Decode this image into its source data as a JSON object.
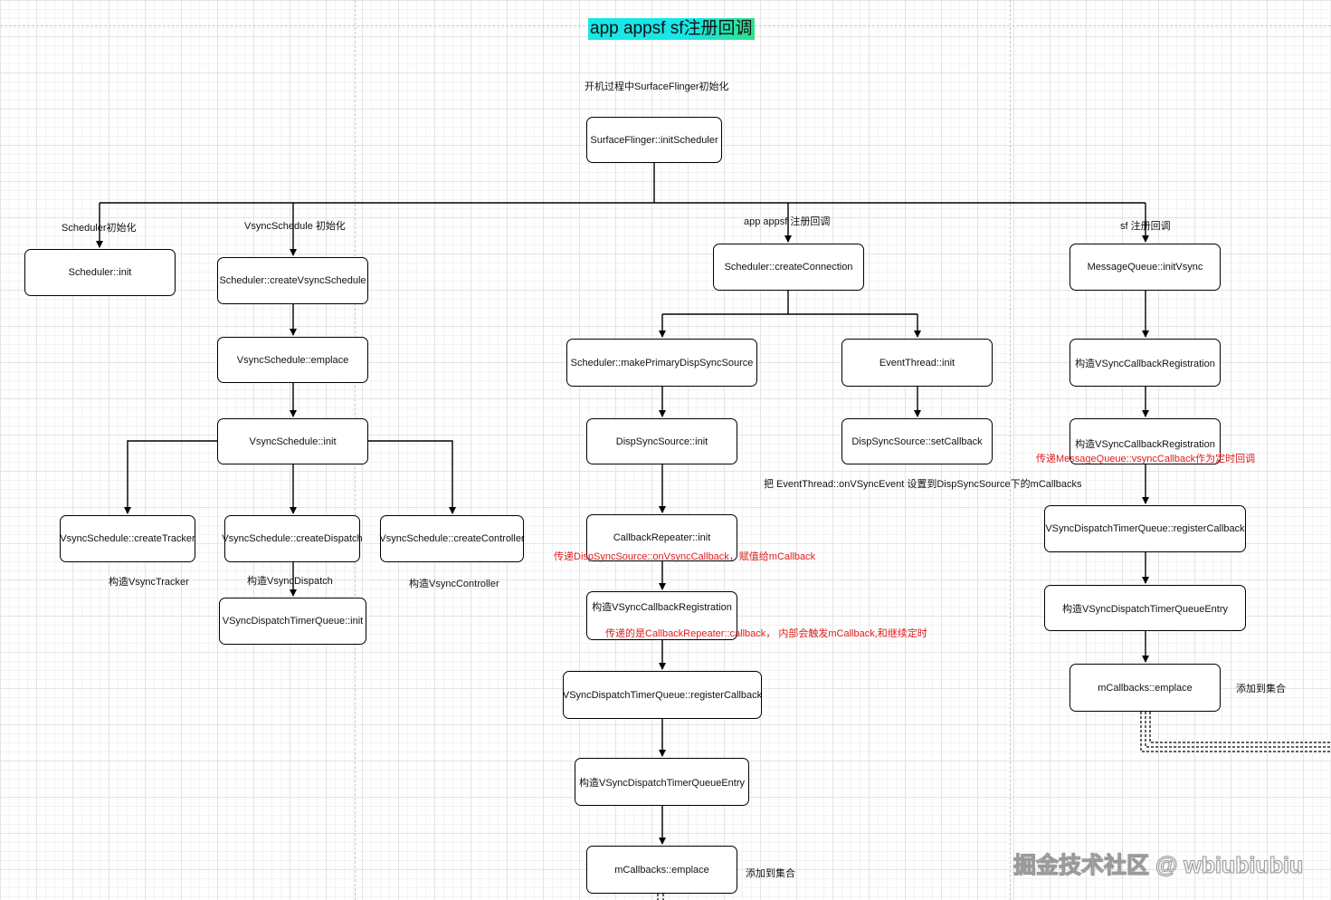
{
  "title": "app appsf  sf注册回调",
  "subtitle": "开机过程中SurfaceFlinger初始化",
  "root": "SurfaceFlinger::initScheduler",
  "branch_labels": {
    "scheduler_init": "Scheduler初始化",
    "vsync_schedule_init": "VsyncSchedule 初始化",
    "app_appsf": "app appsf 注册回调",
    "sf": "sf 注册回调"
  },
  "left": {
    "scheduler_init": "Scheduler::init",
    "create_vsync_schedule": "Scheduler::createVsyncSchedule",
    "emplace": "VsyncSchedule::emplace",
    "vs_init": "VsyncSchedule::init",
    "create_tracker": "VsyncSchedule::createTracker",
    "create_dispatch": "VsyncSchedule::createDispatch",
    "create_controller": "VsyncSchedule::createController",
    "tracker_note": "构造VsyncTracker",
    "dispatch_note": "构造VsyncDispatch",
    "controller_note": "构造VsyncController",
    "timer_queue_init": "VSyncDispatchTimerQueue::init"
  },
  "middle": {
    "create_connection": "Scheduler::createConnection",
    "make_primary": "Scheduler::makePrimaryDispSyncSource",
    "disp_sync_init": "DispSyncSource::init",
    "callback_repeater_init": "CallbackRepeater::init",
    "callback_repeater_note": "传递DispSyncSource::onVsyncCallback，赋值给mCallback",
    "registration": "构造VSyncCallbackRegistration",
    "registration_note": "传递的是CallbackRepeater::callback， 内部会触发mCallback,和继续定时",
    "register_callback": "VSyncDispatchTimerQueue::registerCallback",
    "entry": "构造VSyncDispatchTimerQueueEntry",
    "emplace": "mCallbacks::emplace",
    "emplace_note": "添加到集合",
    "event_thread_init": "EventThread::init",
    "set_callback": "DispSyncSource::setCallback",
    "set_callback_note": "把 EventThread::onVSyncEvent 设置到DispSyncSource下的mCallbacks"
  },
  "right": {
    "init_vsync": "MessageQueue::initVsync",
    "registration_1": "构造VSyncCallbackRegistration",
    "registration_2": "构造VSyncCallbackRegistration",
    "registration_note": "传递MessageQueue::vsyncCallback作为定时回调",
    "register_callback": "VSyncDispatchTimerQueue::registerCallback",
    "entry": "构造VSyncDispatchTimerQueueEntry",
    "emplace": "mCallbacks::emplace",
    "emplace_note": "添加到集合"
  },
  "watermark": "掘金技术社区 @ wbiubiubiu"
}
